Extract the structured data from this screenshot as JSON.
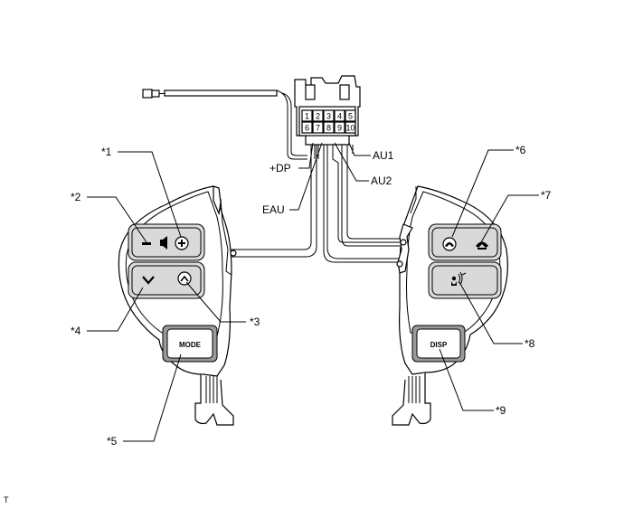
{
  "connector": {
    "pins": [
      "1",
      "2",
      "3",
      "4",
      "5",
      "6",
      "7",
      "8",
      "9",
      "10"
    ],
    "terminals": {
      "au1": "AU1",
      "au2": "AU2",
      "dp": "+DP",
      "eau": "EAU"
    }
  },
  "callouts": {
    "c1": "*1",
    "c2": "*2",
    "c3": "*3",
    "c4": "*4",
    "c5": "*5",
    "c6": "*6",
    "c7": "*7",
    "c8": "*8",
    "c9": "*9"
  },
  "buttons": {
    "mode": "MODE",
    "disp": "DISP"
  },
  "footer": "T"
}
